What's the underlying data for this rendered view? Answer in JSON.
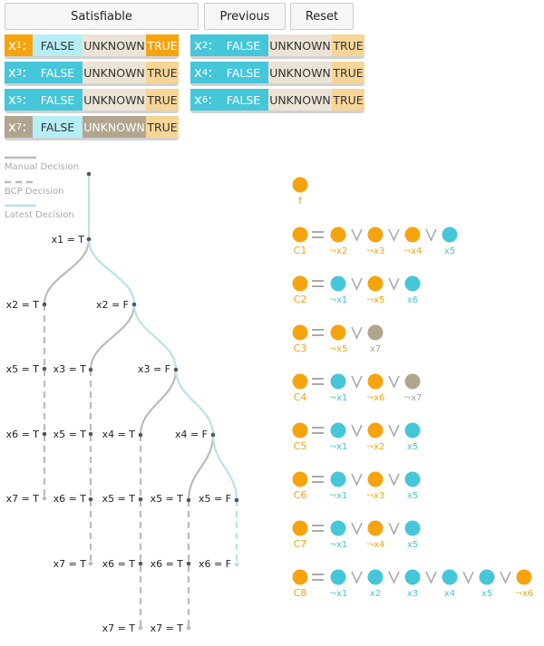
{
  "toolbar": {
    "satisfiable_label": "Satisfiable",
    "previous_label": "Previous",
    "reset_label": "Reset"
  },
  "variables": [
    {
      "name": "x",
      "sub": "1",
      "state": "TRUE",
      "color": "#f5a40f"
    },
    {
      "name": "x",
      "sub": "2",
      "state": "TRUE",
      "color": "#45c6d9"
    },
    {
      "name": "x",
      "sub": "3",
      "state": "TRUE",
      "color": "#45c6d9"
    },
    {
      "name": "x",
      "sub": "4",
      "state": "TRUE",
      "color": "#45c6d9"
    },
    {
      "name": "x",
      "sub": "5",
      "state": "TRUE",
      "color": "#45c6d9"
    },
    {
      "name": "x",
      "sub": "6",
      "state": "TRUE",
      "color": "#45c6d9"
    },
    {
      "name": "x",
      "sub": "7",
      "state": "TRUE",
      "color": "#b1a58f"
    }
  ],
  "options": [
    "FALSE",
    "UNKNOWN",
    "TRUE"
  ],
  "legend": {
    "manual": "Manual Decision",
    "bcp": "BCP Decision",
    "latest": "Latest Decision"
  },
  "tree_labels": {
    "root": "x1 = T",
    "l2a": "x2 = T",
    "l2b": "x2 = F",
    "l3a": "x5 = T",
    "l3b": "x3 = T",
    "l3c": "x3 = F",
    "l4a": "x6 = T",
    "l4b": "x5 = T",
    "l4c": "x4 = T",
    "l4d": "x4 = F",
    "l5a": "x7 = T",
    "l5b": "x6 = T",
    "l5c": "x5 = T",
    "l5d": "x5 = T",
    "l5e": "x5 = F",
    "l6a": "x7 = T",
    "l6b": "x6 = T",
    "l6c": "x6 = T",
    "l6d": "x6 = F",
    "l7a": "x7 = T",
    "l7b": "x7 = T"
  },
  "colors": {
    "true": "#f5a40f",
    "false": "#45c6d9",
    "unknown": "#b1a58f",
    "gray": "#bbbbbb",
    "latest": "#b7e3ea"
  },
  "formula": {
    "label": "f",
    "color": "#f5a40f"
  },
  "clauses": [
    {
      "label": "C1",
      "color": "#f5a40f",
      "literals": [
        {
          "text": "¬x2",
          "color": "#f5a40f"
        },
        {
          "text": "¬x3",
          "color": "#f5a40f"
        },
        {
          "text": "¬x4",
          "color": "#f5a40f"
        },
        {
          "text": "x5",
          "color": "#45c6d9"
        }
      ]
    },
    {
      "label": "C2",
      "color": "#f5a40f",
      "literals": [
        {
          "text": "¬x1",
          "color": "#45c6d9"
        },
        {
          "text": "¬x5",
          "color": "#f5a40f"
        },
        {
          "text": "x6",
          "color": "#45c6d9"
        }
      ]
    },
    {
      "label": "C3",
      "color": "#f5a40f",
      "literals": [
        {
          "text": "¬x5",
          "color": "#f5a40f"
        },
        {
          "text": "x7",
          "color": "#b1a58f"
        }
      ]
    },
    {
      "label": "C4",
      "color": "#f5a40f",
      "literals": [
        {
          "text": "¬x1",
          "color": "#45c6d9"
        },
        {
          "text": "¬x6",
          "color": "#f5a40f"
        },
        {
          "text": "¬x7",
          "color": "#b1a58f"
        }
      ]
    },
    {
      "label": "C5",
      "color": "#f5a40f",
      "literals": [
        {
          "text": "¬x1",
          "color": "#45c6d9"
        },
        {
          "text": "¬x2",
          "color": "#f5a40f"
        },
        {
          "text": "x5",
          "color": "#45c6d9"
        }
      ]
    },
    {
      "label": "C6",
      "color": "#f5a40f",
      "literals": [
        {
          "text": "¬x1",
          "color": "#45c6d9"
        },
        {
          "text": "¬x3",
          "color": "#f5a40f"
        },
        {
          "text": "x5",
          "color": "#45c6d9"
        }
      ]
    },
    {
      "label": "C7",
      "color": "#f5a40f",
      "literals": [
        {
          "text": "¬x1",
          "color": "#45c6d9"
        },
        {
          "text": "¬x4",
          "color": "#f5a40f"
        },
        {
          "text": "x5",
          "color": "#45c6d9"
        }
      ]
    },
    {
      "label": "C8",
      "color": "#f5a40f",
      "literals": [
        {
          "text": "¬x1",
          "color": "#45c6d9"
        },
        {
          "text": "x2",
          "color": "#45c6d9"
        },
        {
          "text": "x3",
          "color": "#45c6d9"
        },
        {
          "text": "x4",
          "color": "#45c6d9"
        },
        {
          "text": "x5",
          "color": "#45c6d9"
        },
        {
          "text": "¬x6",
          "color": "#f5a40f"
        }
      ]
    }
  ]
}
